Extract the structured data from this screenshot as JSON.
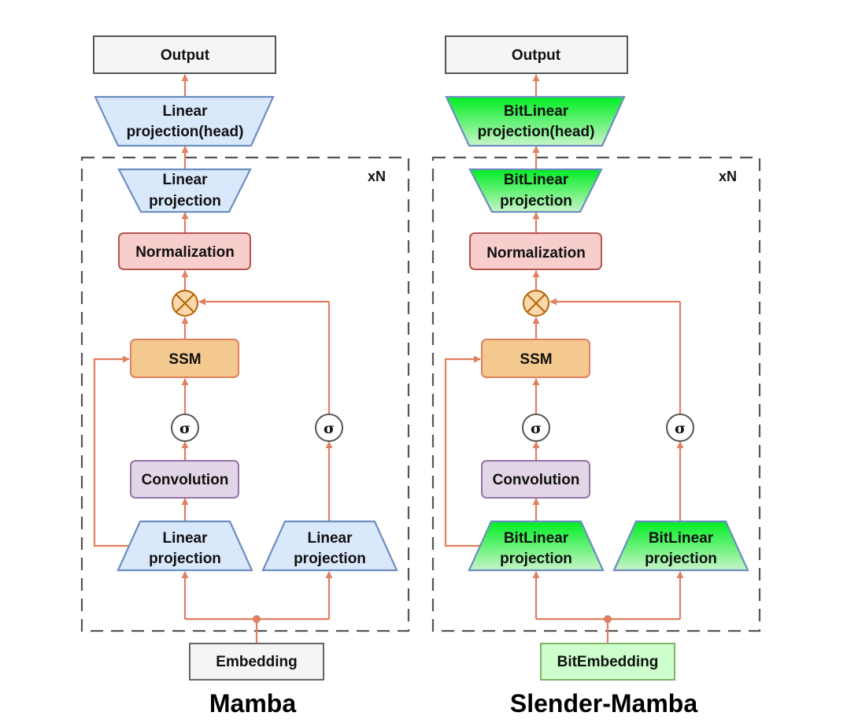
{
  "colors": {
    "arrow": "#e07f61",
    "output_fill": "#f5f5f5",
    "output_stroke": "#555555",
    "linear_fill": "#dae8fc",
    "linear_stroke": "#6c8ebf",
    "bit_fill_top": "#00ee22",
    "bit_fill_bottom": "#c8f5c8",
    "bit_stroke": "#6c8ebf",
    "norm_fill": "#f8cecc",
    "norm_stroke": "#b85450",
    "ssm_fill": "#f4c98f",
    "ssm_stroke": "#e07f61",
    "conv_fill": "#e1d5e7",
    "conv_stroke": "#9673a6",
    "mult_fill": "#fad7ac",
    "mult_stroke": "#b46504",
    "embed_fill": "#f5f5f5",
    "embed_stroke": "#666666",
    "bitembed_fill": "#ccffcc",
    "bitembed_stroke": "#82b366"
  },
  "left": {
    "title": "Mamba",
    "output": "Output",
    "head": [
      "Linear",
      "projection(head)"
    ],
    "repeat": "xN",
    "proj_top": [
      "Linear",
      "projection"
    ],
    "norm": "Normalization",
    "ssm": "SSM",
    "sigma": "σ",
    "conv": "Convolution",
    "proj_in_left": [
      "Linear",
      "projection"
    ],
    "proj_in_right": [
      "Linear",
      "projection"
    ],
    "embed": "Embedding"
  },
  "right": {
    "title": "Slender-Mamba",
    "output": "Output",
    "head": [
      "BitLinear",
      "projection(head)"
    ],
    "repeat": "xN",
    "proj_top": [
      "BitLinear",
      "projection"
    ],
    "norm": "Normalization",
    "ssm": "SSM",
    "sigma": "σ",
    "conv": "Convolution",
    "proj_in_left": [
      "BitLinear",
      "projection"
    ],
    "proj_in_right": [
      "BitLinear",
      "projection"
    ],
    "embed": "BitEmbedding"
  }
}
